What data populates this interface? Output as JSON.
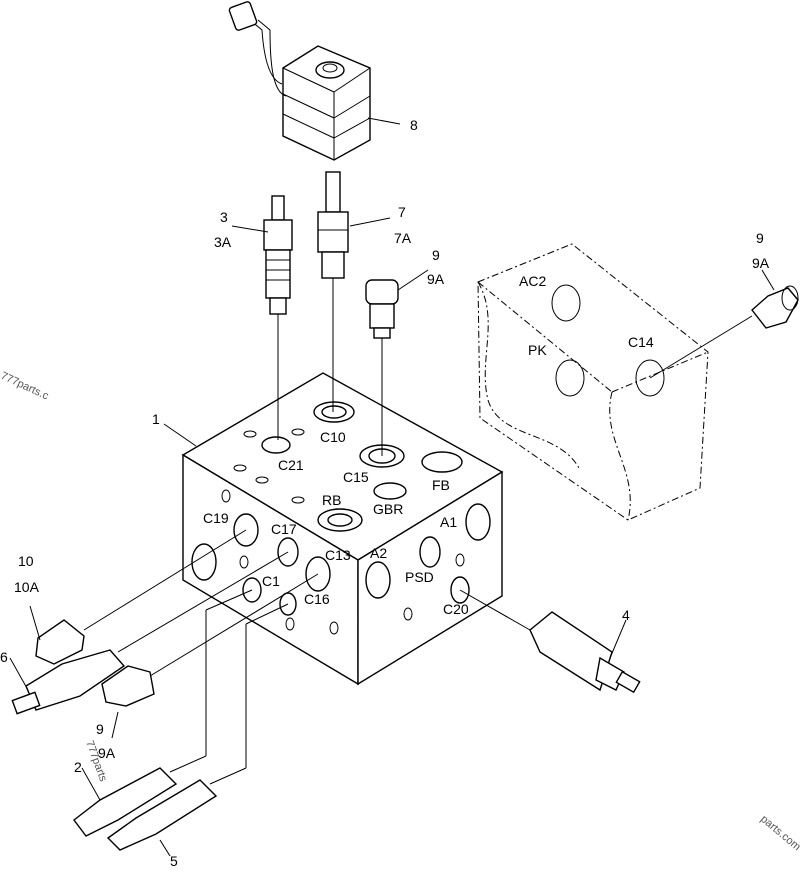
{
  "diagram": {
    "block_labels": {
      "C10": "C10",
      "C21": "C21",
      "C15": "C15",
      "FB": "FB",
      "RB": "RB",
      "GBR": "GBR",
      "C19": "C19",
      "C17": "C17",
      "C13": "C13",
      "C1": "C1",
      "C16": "C16",
      "A1": "A1",
      "A2": "A2",
      "PSD": "PSD",
      "C20": "C20"
    },
    "detail_labels": {
      "AC2": "AC2",
      "PK": "PK",
      "C14": "C14"
    },
    "callouts": {
      "p1": "1",
      "p2": "2",
      "p3": "3",
      "p3a": "3A",
      "p4": "4",
      "p5": "5",
      "p6": "6",
      "p7": "7",
      "p7a": "7A",
      "p8": "8",
      "p9_top": "9",
      "p9a_top": "9A",
      "p9_right": "9",
      "p9a_right": "9A",
      "p9_bottom": "9",
      "p9a_bottom": "9A",
      "p10": "10",
      "p10a": "10A"
    },
    "watermarks": {
      "left": "777parts.c",
      "bottom": "777parts",
      "right": "parts.com"
    }
  }
}
